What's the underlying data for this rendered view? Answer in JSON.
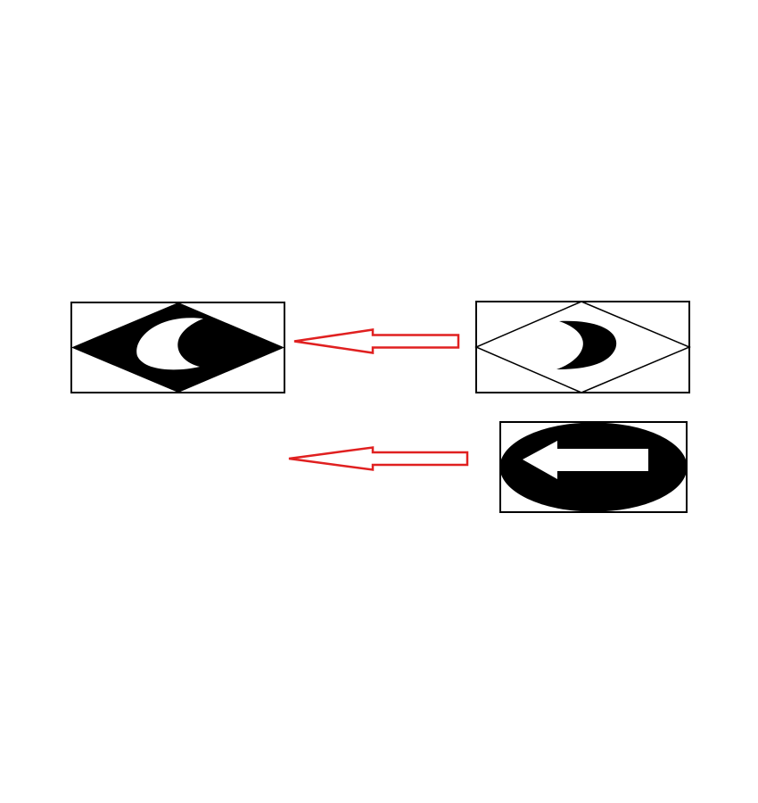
{
  "diagram": {
    "type": "figure-analogy",
    "colors": {
      "background": "#ffffff",
      "stroke": "#000000",
      "fill": "#000000",
      "arrow": "#e02020"
    },
    "row_1": {
      "source_figure": {
        "shape": "diamond-in-rectangle",
        "diamond": "outline",
        "inner_symbol": "crescent",
        "inner_symbol_fill": "black",
        "inner_symbol_opening": "left"
      },
      "arrow": {
        "direction": "left",
        "style": "outlined"
      },
      "result_figure": {
        "shape": "diamond-in-rectangle",
        "diamond": "filled",
        "inner_symbol": "crescent",
        "inner_symbol_fill": "white",
        "inner_symbol_opening": "right"
      }
    },
    "row_2": {
      "source_figure": {
        "shape": "ellipse-in-rectangle",
        "ellipse": "filled",
        "inner_symbol": "arrow",
        "inner_symbol_fill": "white",
        "inner_symbol_direction": "left"
      },
      "arrow": {
        "direction": "left",
        "style": "outlined"
      },
      "result_figure": null
    }
  }
}
